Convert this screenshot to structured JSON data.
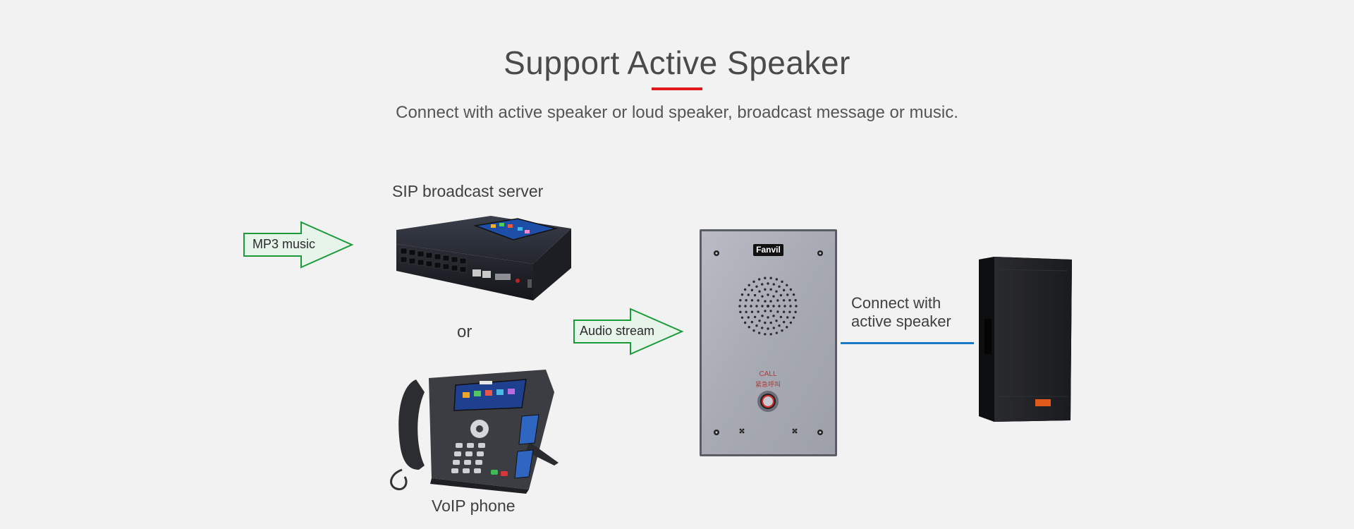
{
  "header": {
    "title": "Support Active Speaker",
    "subtitle": "Connect with active speaker or loud speaker, broadcast message or music.",
    "accent_color": "#e0191d"
  },
  "diagram": {
    "server_label": "SIP broadcast server",
    "or_label": "or",
    "phone_label": "VoIP phone",
    "mp3_arrow_label": "MP3 music",
    "audio_arrow_label": "Audio stream",
    "speaker_connect_label_line1": "Connect with",
    "speaker_connect_label_line2": "active speaker",
    "intercom": {
      "brand": "Fanvil",
      "call_label": "CALL",
      "call_label_cn": "紧急呼叫"
    },
    "arrow_color": "#1b9a3a",
    "arrow_fill": "#e6f4ea",
    "link_color": "#1a7ac4"
  }
}
